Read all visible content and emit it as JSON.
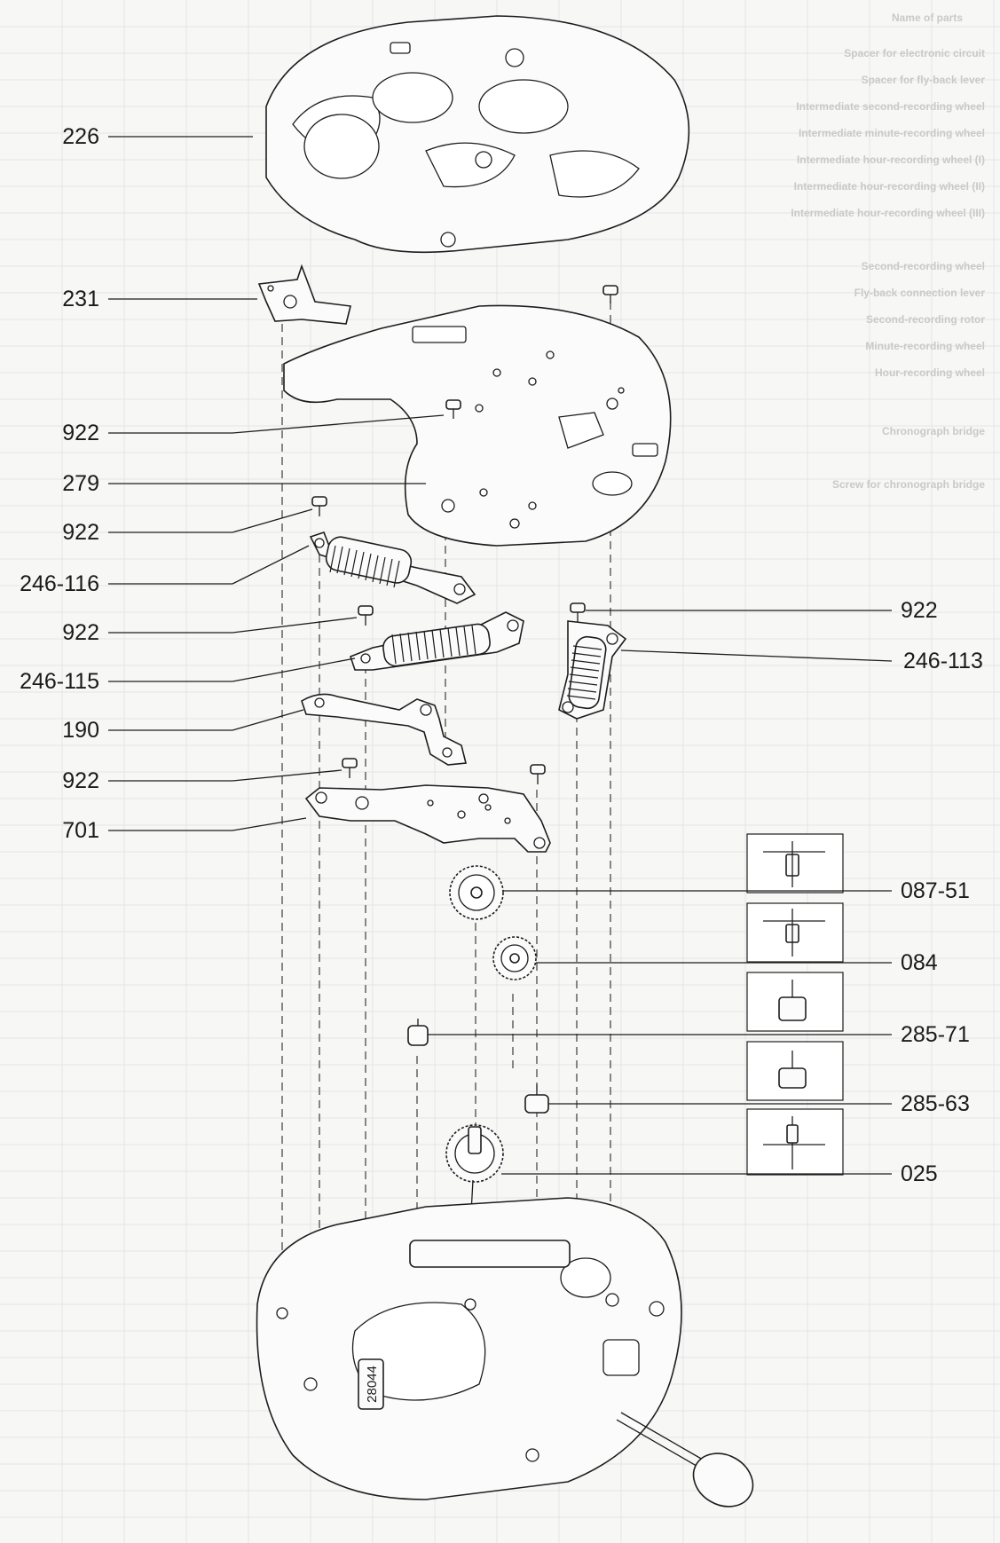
{
  "diagram": {
    "part_labels": {
      "p226": "226",
      "p231": "231",
      "p922a": "922",
      "p279": "279",
      "p922b": "922",
      "p246_116": "246-116",
      "p922c": "922",
      "p246_115": "246-115",
      "p190": "190",
      "p922d": "922",
      "p701": "701",
      "p922e": "922",
      "p246_113": "246-113",
      "p087_51": "087-51",
      "p084": "084",
      "p285_71": "285-71",
      "p285_63": "285-63",
      "p025": "025"
    },
    "show_through_rows": [
      "Name of parts",
      "Spacer for electronic circuit",
      "Spacer for fly-back lever",
      "Intermediate second-recording wheel",
      "Intermediate minute-recording wheel",
      "Intermediate hour-recording wheel (I)",
      "Intermediate hour-recording wheel (II)",
      "Intermediate hour-recording wheel (III)",
      "Second-recording wheel",
      "Fly-back connection lever",
      "Second-recording rotor",
      "Minute-recording wheel",
      "Hour-recording wheel",
      "Chronograph bridge",
      "Screw for chronograph bridge"
    ],
    "movement_stamp": "28044",
    "colors": {
      "ink": "#1d1d1d",
      "paper": "#f7f7f5",
      "grid": "#e4e4ea"
    }
  }
}
